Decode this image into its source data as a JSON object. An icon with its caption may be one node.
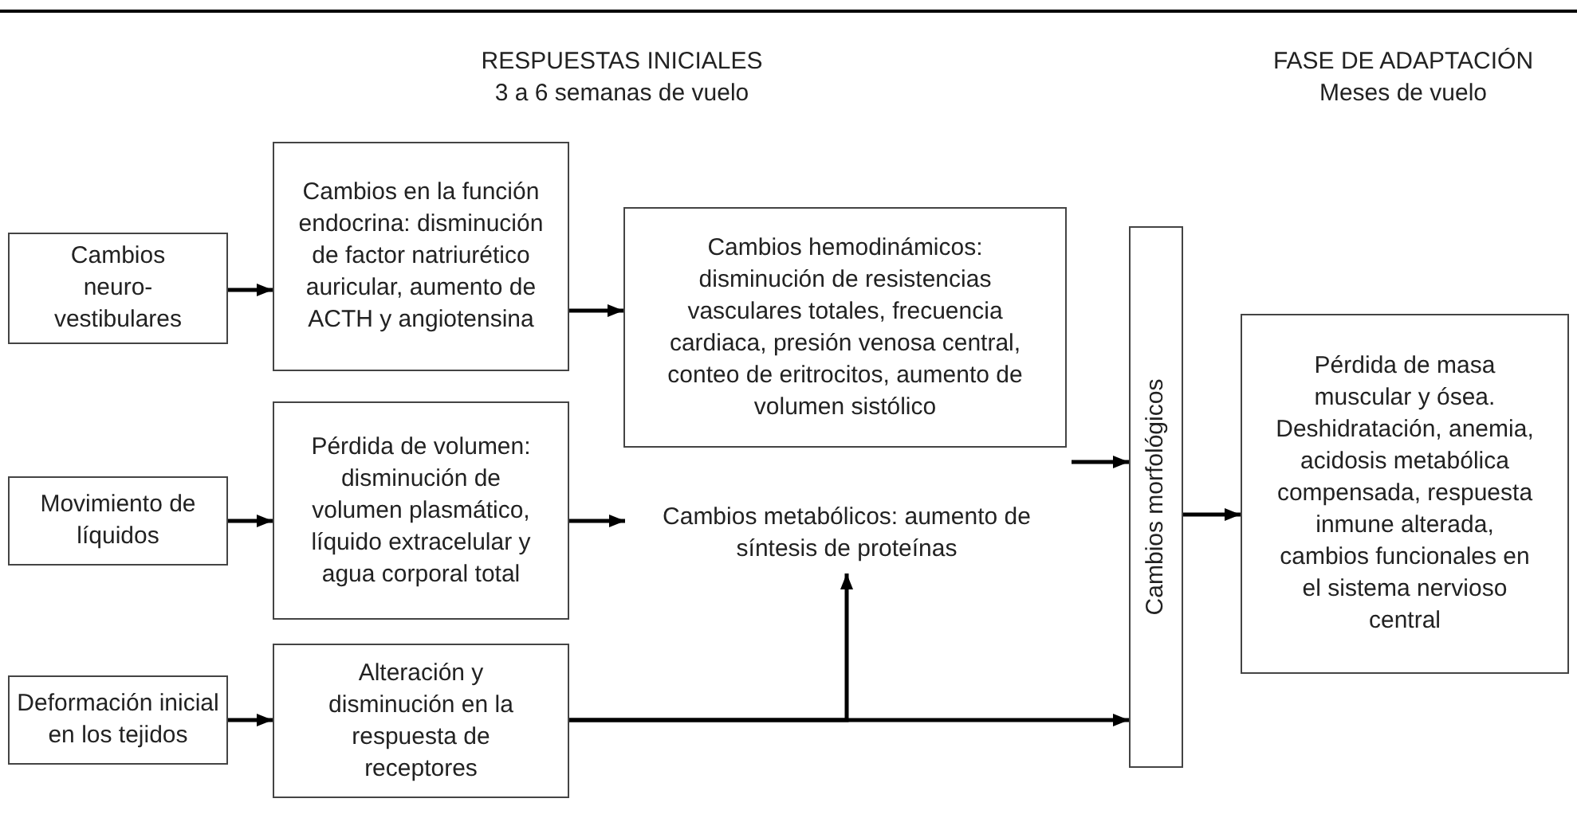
{
  "diagram": {
    "nodes": [
      {
        "text": [
          "Cambios neuro-vestibulares"
        ]
      },
      {
        "text": [
          "Cambios en la función endocrina: disminución de factor natriurético auricular, aumento de ACTH y angiotensina"
        ]
      },
      {
        "text": [
          "Cambios hemodinámicos: disminución de resistencias vasculares totales, frecuencia cardiaca, presión venosa central, conteo de eritrocitos, aumento de volumen sistólico"
        ]
      },
      {
        "text": [
          "Movimiento de líquidos"
        ]
      },
      {
        "text": [
          "Pérdida de volumen: disminución de volumen plasmático, líquido extracelular y agua corporal total"
        ]
      },
      {
        "text": [
          "Cambios metabólicos: aumento de síntesis de proteínas"
        ]
      },
      {
        "text": [
          "Deformación inicial en los tejidos"
        ]
      },
      {
        "text": [
          "Alteración y disminución en la respuesta de receptores"
        ]
      },
      {
        "text": [
          "Cambios morfológicos"
        ]
      },
      {
        "text": [
          "Pérdida de masa muscular y ósea. Deshidratación, anemia, acidosis metabólica compensada, respuesta inmune alterada, cambios funcionales en el sistema nervioso central"
        ]
      }
    ],
    "edges": [
      {
        "from": 0,
        "to": 1,
        "arrow": "to"
      },
      {
        "from": 1,
        "to": 2,
        "arrow": "to"
      },
      {
        "from": 3,
        "to": 4,
        "arrow": "to"
      },
      {
        "from": 4,
        "to": 5,
        "arrow": "to"
      },
      {
        "from": 6,
        "to": 7,
        "arrow": "to"
      },
      {
        "from": 7,
        "to": 8,
        "arrow": "to"
      },
      {
        "from": 7,
        "to": 5,
        "arrow": "to"
      },
      {
        "from": 2,
        "to": 8,
        "arrow": "to"
      },
      {
        "from": 8,
        "to": 9,
        "arrow": "to"
      }
    ],
    "labels": [
      "RESPUESTAS INICIALES",
      "3 a 6 semanas de vuelo",
      "FASE DE ADAPTACIÓN",
      "Meses de vuelo"
    ]
  }
}
